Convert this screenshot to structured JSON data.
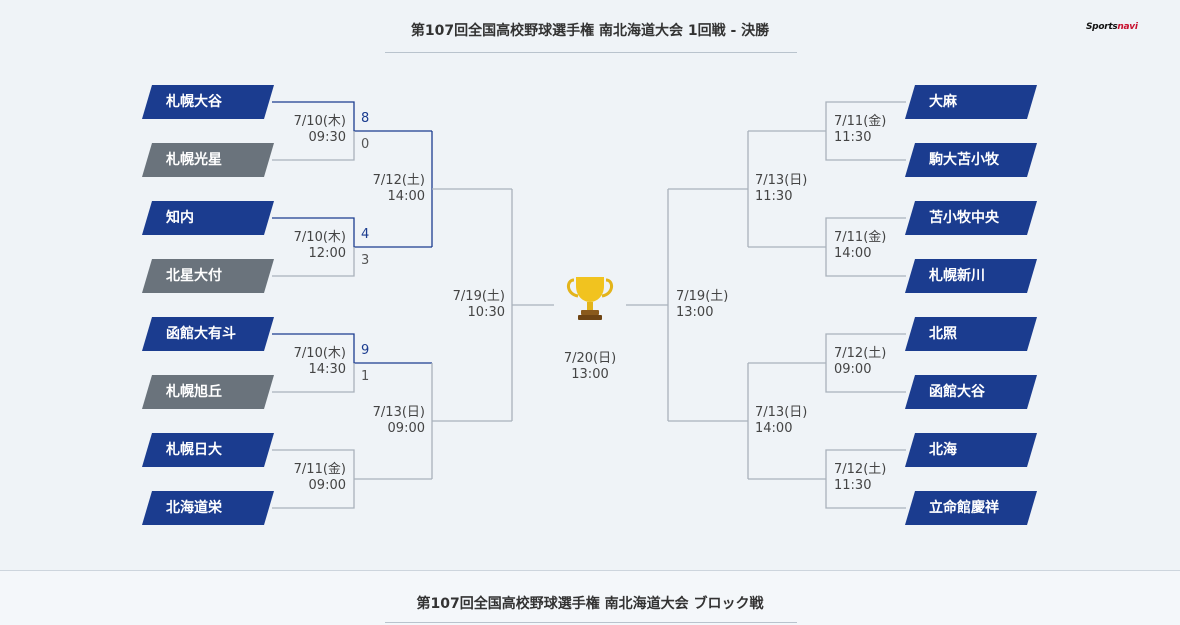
{
  "header": {
    "title": "第107回全国高校野球選手権 南北海道大会 1回戦 - 決勝",
    "brand_main": "Sports",
    "brand_accent": "navi"
  },
  "left": {
    "teams": [
      "札幌大谷",
      "札幌光星",
      "知内",
      "北星大付",
      "函館大有斗",
      "札幌旭丘",
      "札幌日大",
      "北海道栄"
    ],
    "r1": [
      {
        "date": "7/10(木)",
        "time": "09:30",
        "score_top": "8",
        "score_bottom": "0"
      },
      {
        "date": "7/10(木)",
        "time": "12:00",
        "score_top": "4",
        "score_bottom": "3"
      },
      {
        "date": "7/10(木)",
        "time": "14:30",
        "score_top": "9",
        "score_bottom": "1"
      },
      {
        "date": "7/11(金)",
        "time": "09:00",
        "score_top": "",
        "score_bottom": ""
      }
    ],
    "r2": [
      {
        "date": "7/12(土)",
        "time": "14:00"
      },
      {
        "date": "7/13(日)",
        "time": "09:00"
      }
    ],
    "semi": {
      "date": "7/19(土)",
      "time": "10:30"
    }
  },
  "right": {
    "teams": [
      "大麻",
      "駒大苫小牧",
      "苫小牧中央",
      "札幌新川",
      "北照",
      "函館大谷",
      "北海",
      "立命館慶祥"
    ],
    "r1": [
      {
        "date": "7/11(金)",
        "time": "11:30"
      },
      {
        "date": "7/11(金)",
        "time": "14:00"
      },
      {
        "date": "7/12(土)",
        "time": "09:00"
      },
      {
        "date": "7/12(土)",
        "time": "11:30"
      }
    ],
    "r2": [
      {
        "date": "7/13(日)",
        "time": "11:30"
      },
      {
        "date": "7/13(日)",
        "time": "14:00"
      }
    ],
    "semi": {
      "date": "7/19(土)",
      "time": "13:00"
    }
  },
  "final": {
    "date": "7/20(日)",
    "time": "13:00",
    "icon": "trophy-icon"
  },
  "footer": {
    "title": "第107回全国高校野球選手権 南北海道大会 ブロック戦"
  },
  "colors": {
    "winner": "#1b3c8f",
    "loser": "#6a737c",
    "line": "#a9b2bb",
    "background": "#eff3f7"
  }
}
